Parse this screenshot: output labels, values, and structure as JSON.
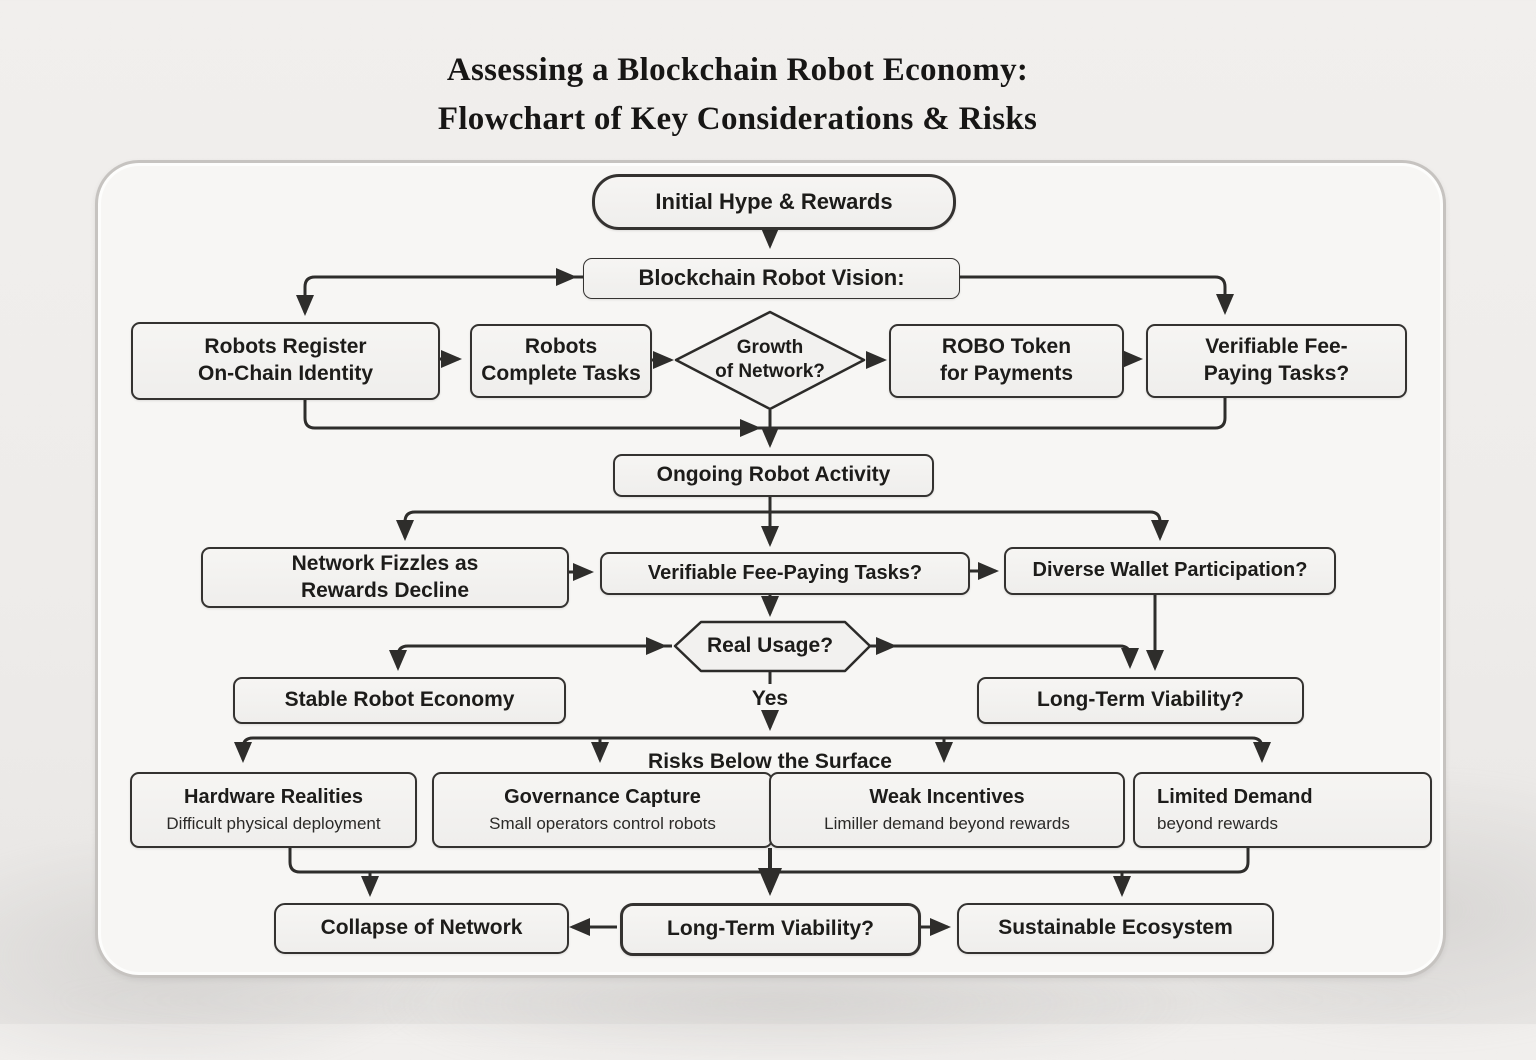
{
  "title": {
    "line1": "Assessing a Blockchain Robot Economy:",
    "line2": "Flowchart of Key Considerations & Risks"
  },
  "nodes": {
    "initial_hype": {
      "label": "Initial Hype & Rewards"
    },
    "vision": {
      "label": "Blockchain Robot Vision:"
    },
    "register": {
      "label": "Robots Register\nOn-Chain Identity"
    },
    "complete_tasks": {
      "label": "Robots\nComplete Tasks"
    },
    "growth": {
      "label": "Growth\nof Network?"
    },
    "robo_token": {
      "label": "ROBO Token\nfor Payments"
    },
    "verifiable_top": {
      "label": "Verifiable Fee-\nPaying Tasks?"
    },
    "ongoing": {
      "label": "Ongoing Robot Activity"
    },
    "fizzles": {
      "label": "Network Fizzles as\nRewards Decline"
    },
    "verifiable_mid": {
      "label": "Verifiable Fee-Paying Tasks?"
    },
    "diverse": {
      "label": "Diverse Wallet Participation?"
    },
    "real_usage": {
      "label": "Real Usage?"
    },
    "stable": {
      "label": "Stable Robot Economy"
    },
    "viability_mid": {
      "label": "Long-Term Viability?"
    },
    "risks_heading": {
      "label": "Risks Below the Surface"
    },
    "hardware": {
      "title": "Hardware Realities",
      "sub": "Difficult physical deployment"
    },
    "governance": {
      "title": "Governance Capture",
      "sub": "Small operators control robots"
    },
    "weak_incentives": {
      "title": "Weak Incentives",
      "sub": "Limiller demand beyond rewards"
    },
    "limited_demand": {
      "title": "Limited Demand",
      "sub": "beyond rewards"
    },
    "collapse": {
      "label": "Collapse of Network"
    },
    "viability_bottom": {
      "label": "Long-Term Viability?"
    },
    "sustainable": {
      "label": "Sustainable Ecosystem"
    }
  },
  "edge_labels": {
    "yes": "Yes"
  },
  "colors": {
    "line": "#2e2d2b",
    "node_border": "#343230",
    "node_fill": "#f3f2f0",
    "text": "#1d1c1a",
    "page_bg": "#edebe9",
    "panel_bg": "#f7f6f4",
    "panel_border": "#c6c3c0"
  }
}
